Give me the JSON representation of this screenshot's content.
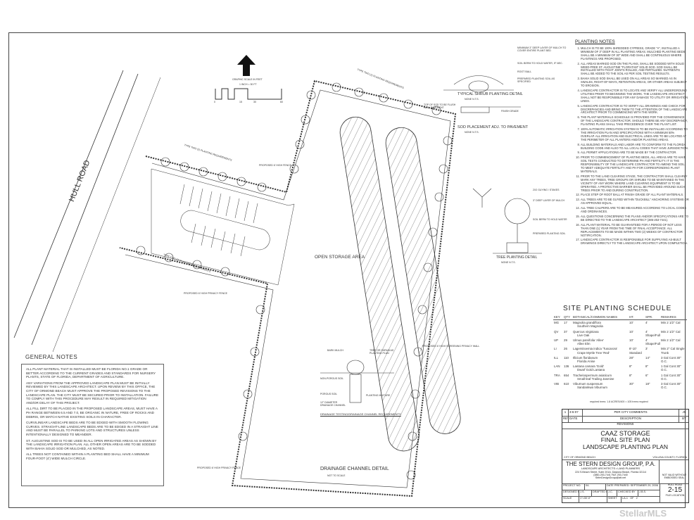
{
  "drawing": {
    "road_label": "HULL ROAD",
    "storage_label": "OPEN STORAGE AREA",
    "scale_caption": "GRAPHIC SCALE IN FEET",
    "scale_sub": "1 inch = 30 ft",
    "scale_ticks": [
      "0",
      "15",
      "30",
      "60"
    ],
    "planting_req_label": "TYPE TWO (2) PLANTING REQUIREMENTS",
    "fence_label": "PROPOSED 6' HIGH FENCE",
    "privacy_fence_label": "PROPOSED 6' HIGH PRIVACY FENCE",
    "screening_label": "PROPOSED 6' HIGH SCREENING PRIVACY WALL"
  },
  "details": {
    "shrub": "TYPICAL SHRUB PLANTING DETAIL",
    "shrub_scale": "NONE N.T.S.",
    "sod": "SOD PLACEMENT ADJ. TO PAVEMENT",
    "sod_scale": "NONE N.T.S.",
    "tree": "TREE PLANTING DETAIL",
    "tree_scale": "NONE N.T.S.",
    "drainage": "DRAINAGE CHANNEL DETAIL",
    "drainage_scale": "NOT TO SCALE",
    "drainage_req": "DRAINAGE TESTING/DRAINAGE CHANNEL REQUIREMENTS",
    "shrub_notes": [
      "MINIMUM 3\" DEEP LAYER OF MULCH TO COVER ENTIRE PLANT BED",
      "SOIL BERM TO HOLD WATER, IF NEC.",
      "ROOT BALL",
      "PREPARED PLANTING SOIL AS SPECIFIED"
    ],
    "sod_notes": [
      "TOP OF SOD TO BE FLUSH WITH PAVEMENT",
      "FINISH GRADE"
    ],
    "tree_notes": [
      "2X2 GUYING / STAKES",
      "3\" DEEP LAYER OF MULCH",
      "SOIL BERM TO HOLD WATER",
      "PREPARED PLANTING SOIL"
    ],
    "drain_notes": [
      "BARK MULCH",
      "TREE OR SHRUB AS PLANTING PLAN",
      "NON-POROUS SOIL",
      "POROUS SOIL",
      "12\" DIAMETER DRAINAGE CHANNEL",
      "PLANTING MIXTURE"
    ]
  },
  "general_notes": {
    "title": "GENERAL NOTES",
    "items": [
      "ALL PLANT MATERIAL THAT IS INSTALLED MUST BE FLORIDA NO.1 GRADE OR BETTER ACCORDING TO THE CURRENT GRADES AND STANDARDS FOR NURSERY PLANTS, STATE OF FLORIDA, DEPARTMENT OF AGRICULTURE.",
      "ANY VARIATIONS FROM THE APPROVED LANDSCAPE PLAN MUST BE INITIALLY REVIEWED BY THIS LANDSCAPE ARCHITECT. UPON REVIEW BY THIS OFFICE, THE CITY OF ORMOND BEACH MUST APPROVE THE PROPOSED REVISIONS TO THE LANDSCAPE PLAN. THE CITY MUST BE SECURED PRIOR TO INSTALLATION. FAILURE TO COMPLY WITH THIS PROCEDURE MAY RESULT IN REQUIRED MITIGATION AND/OR DELAY OF THIS PROJECT.",
      "ALL FILL DIRT TO BE PLACED IN THE PROPOSED LANDSCAPE AREAS, MUST HAVE A pH RANGE BETWEEN 6.5 AND 7.0, BE ORGANIC IN NATURE, FREE OF ROCKS AND DEBRIS, OR MATCH NATIVE EXISTING SOILS IN CHARACTER.",
      "CURVILINEAR LANDSCAPE BEDS ARE TO BE EDGED WITH SMOOTH FLOWING CURVES. STRAIGHT-LINE LANDSCAPE BEDS ARE TO BE EDGED IN A STRAIGHT LINE AND MUST BE PARALLEL TO PARKING LOTS AND STRUCTURES UNLESS INTENTIONALLY DESIGNED TO MEANDER.",
      "ST. AUGUSTINE SOD IS TO BE USED IN ALL OPEN IRRIGATED AREAS AS SHOWN BY THE LANDSCAPE IRRIGATION PLAN. ALL OTHER OPEN AREAS ARE TO BE SODDED WITH BAHIA SOLID SOD OR MULCHED, AS NOTED.",
      "ALL TREES NOT CONTAINED WITHIN A PLANTING BED SHALL HAVE A MINIMUM FOUR-FOOT (4') WIDE MULCH CIRCLE."
    ]
  },
  "planting_notes": {
    "title": "PLANTING NOTES",
    "items": [
      "MULCH IS TO BE 100% SHREDDED CYPRESS, GRADE \"A\", INSTALLED A MINIMUM OF 3\" DEEP IN ALL PLANTING AREAS. MULCHED PLANTING BEDS SHALL BE A MINIMUM OF 30\" WIDE AND SHALL BE CONTINUOUS WHERE PLANTINGS ARE PROPOSED.",
      "ALL AREAS MARKED SOD ON THE PLANS, SHALL BE SODDED WITH SOLID WEED-FREE ST. AUGUSTINE \"FLORATAM\" SOLID SOD. SOD SHALL BE INSTALLED WITH TIGHT JOINTS ROLLED, AND FERTILIZED. NUTRIENTS SHALL BE ADDED TO THE SOIL AS PER SOIL TESTING RESULTS.",
      "BAHIA SOLID SOD SHALL BE USED ON ALL AREAS SO MARKED AS IN SWALES, RIGHT-OF-WAYS, RETENTION AREAS, OR OTHER AREAS SUBJECT TO EROSION.",
      "LANDSCAPE CONTRACTOR IS TO LOCATE AND VERIFY ALL UNDERGROUND UTILITIES PRIOR TO BEGINNING THE WORK. THE LANDSCAPE ARCHITECT SHALL NOT BE RESPONSIBLE FOR ANY DAMAGE TO UTILITY OR IRRIGATION LINES.",
      "LANDSCAPE CONTRACTOR IS TO VERIFY ALL DRAWINGS AND CHECK FOR DISCREPANCIES AND BRING THEM TO THE ATTENTION OF THE LANDSCAPE ARCHITECT PRIOR TO COMMENCING WITH THE WORK.",
      "THE PLANT MATERIALS SCHEDULE IS PROVIDED FOR THE CONVENIENCE OF THE LANDSCAPE CONTRACTOR. SHOULD THERE BE ANY DISCREPANCY, PLANTING PLANS SHALL TAKE PRECEDENCE OVER THE PLANT LIST.",
      "100% AUTOMATIC IRRIGATION SYSTEM IS TO BE INSTALLED ACCORDING TO THE IRRIGATION PLAN AND SPECIFICATIONS WITH A MINIMUM 50% OVERLAP. ALL IRRIGATION AND ELECTRICAL LINES ARE TO BE LOCATED AT THE PERIMETER OF ALL PLANTERS AND/OR PLANTING AREAS.",
      "ALL BUILDING MATERIALS AND LABOR ARE TO CONFORM TO THE FLORIDA BUILDING CODE AND ALSO TO ALL LOCAL CODES THAT HAVE JURISDICTION.",
      "ALL PERMIT APPLICATIONS ARE TO BE MADE BY THE CONTRACTOR.",
      "PRIOR TO COMMENCEMENT OF PLANTING BEDS, ALL AREAS ARE TO HAVE SOIL TESTS CONDUCTED TO DETERMINE pH AND FERTILITY. IT IS THE RESPONSIBILITY OF THE LANDSCAPE CONTRACTOR TO AMEND THE SOIL TO MEET ADEQUATE FERTILITY AND pH FOR CORRESPONDING PLANT MATERIALS.",
      "PRIOR TO THE LAND CLEARING STAGE, THE CONTRACTOR SHALL CLEARLY MARK ANY TREES, TREE GROUPS OR SHRUBS TO BE MAINTAINED IN THE VICINITY OF ANY WORK WHERE LAND CLEARING EQUIPMENT IS TO BE OPERATED. A PROTECTIVE BARRIER SHALL BE PROVIDED AROUND SUCH TREES PRIOR TO AND DURING CONSTRUCTION.",
      "PLACE STEP OF ROOT BALL AT FINISH GRADE OF ALL PLANT MATERIALS.",
      "ALL TREES ARE TO BE GUYED WITHIN \"DUCKBILL\" ANCHORING SYSTEMS OR AN APPROVED EQUAL.",
      "ALL TREE CALIPERS ARE TO BE MEASURED ACCORDING TO LOCAL CODES AND ORDINANCES.",
      "ALL QUESTIONS CONCERNING THE PLANS AND/OR SPECIFICATIONS ARE TO BE DIRECTED TO THE LANDSCAPE ARCHITECT (386-253-7441).",
      "ALL PLANT MATERIAL TO BE GUARANTEED FOR A PERIOD OF NOT LESS THAN ONE (1) YEAR FROM THE TIME OF FINAL ACCEPTANCE. ALL REPLACEMENTS TO BE MADE WITHIN TWO (2) WEEKS OF CONTRACTOR NOTIFICATION.",
      "LANDSCAPE CONTRACTOR IS RESPONSIBLE FOR SUPPLYING AS-BUILT DRAWINGS DIRECTLY TO THE LANDSCAPE ARCHITECT UPON COMPLETION."
    ]
  },
  "schedule": {
    "title": "SITE PLANTING SCHEDULE",
    "columns": [
      "KEY",
      "QTY",
      "BOTANICAL/COMMON NAMES",
      "HT.",
      "SPR.",
      "REMARKS"
    ],
    "rows": [
      {
        "key": "MG",
        "qty": "17",
        "botanical": "Magnolia grandiflora",
        "common": "Southern Magnolia",
        "ht": "10'",
        "spr": "4'",
        "remarks": "Min 2 1/2\" Cal"
      },
      {
        "key": "QV",
        "qty": "37",
        "botanical": "Quercus virginiana",
        "common": "Live Oak",
        "ht": "10'",
        "spr": "4' Shape/Full",
        "remarks": "Min 2 1/2\" Cal"
      },
      {
        "key": "UP",
        "qty": "29",
        "botanical": "Ulmus parvifolia 'Allee'",
        "common": "Allee Elm",
        "ht": "10'",
        "spr": "4' Shape/Full",
        "remarks": "Min 2 1/2\" Cal"
      },
      {
        "key": "LI",
        "qty": "26",
        "botanical": "Lagerstroemia indica 'Tuscarora'",
        "common": "Crape Myrtle Tree 'Red'",
        "ht": "8'-10' Standard",
        "spr": "3'",
        "remarks": "Min 2\" Cal Single Trunk"
      },
      {
        "key": "ILL",
        "qty": "110",
        "botanical": "Illicium floridanum",
        "common": "Florida Anise",
        "ht": "28\"",
        "spr": "14\"",
        "remarks": "3 Gal Cont 30\" O.C."
      },
      {
        "key": "LAN",
        "qty": "136",
        "botanical": "Lantana camara 'Gold'",
        "common": "Dwarf Gold Lantana",
        "ht": "8\"",
        "spr": "8\"",
        "remarks": "1 Gal Cont 30\" O.C."
      },
      {
        "key": "TRA",
        "qty": "654",
        "botanical": "Trachelospermum asiaticum",
        "common": "Small-leaf Trailing Jasmine",
        "ht": "8\"",
        "spr": "6\"",
        "remarks": "1 Gal Cont 30\" O.C."
      },
      {
        "key": "VIB",
        "qty": "610",
        "botanical": "Viburnum suspensum",
        "common": "Sandankwa Viburnum",
        "ht": "30\"",
        "spr": "18\"",
        "remarks": "3 Gal Cont 30\" O.C."
      }
    ],
    "footnote": "required trees: 1.8 ACRES/400 = 105 trees required"
  },
  "title_block": {
    "revision": {
      "no": "1",
      "date": "3-6-07",
      "description": "PER CITY COMMENTS",
      "by": "JS"
    },
    "rev_headers": {
      "rev": "REV.",
      "date": "DATE",
      "description": "DESCRIPTION",
      "by": "BY"
    },
    "revisions_label": "REVISIONS",
    "project": [
      "CAAZ STORAGE",
      "FINAL SITE PLAN",
      "LANDSCAPE PLANTING PLAN"
    ],
    "city": "CITY OF ORMOND BEACH",
    "county": "VOLUSIA COUNTY, FLORIDA",
    "firm": "THE STERN DESIGN GROUP, P.A.",
    "firm_sub": "LANDSCAPE ARCHITECTS • LAND PLANNERS",
    "address": "224 S.Beach Street, Suite 201A, Daytona Beach, Florida 32114",
    "phone": "(386) 253-7441 FAX 253-7440",
    "email": "SternDesignGroup@att.net",
    "seal_note": "NOT VALID WITHOUT EMBOSSED SEAL",
    "project_no_label": "PROJECT NO.",
    "project_no": "04-",
    "date_label": "DATE PREPARED:",
    "date": "SEPTEMBER 29, 2006",
    "designed_label": "DESIGNED BY",
    "designed": "J.S.",
    "drafted_label": "DRAFTED BY",
    "drafted": "J.C.",
    "checked_label": "CHECKED BY",
    "checked": "J.B.S.",
    "scale_label": "SCALE",
    "scale": "1\"=30'-0\"",
    "sheet_label": "SHEET",
    "sheet": "LA-1",
    "of_label": "OF",
    "of": "2",
    "road_short": "HULL ROAD",
    "sheet_number": "2-15",
    "file_location": "FILE LOCATION"
  },
  "watermark": "StellarMLS"
}
